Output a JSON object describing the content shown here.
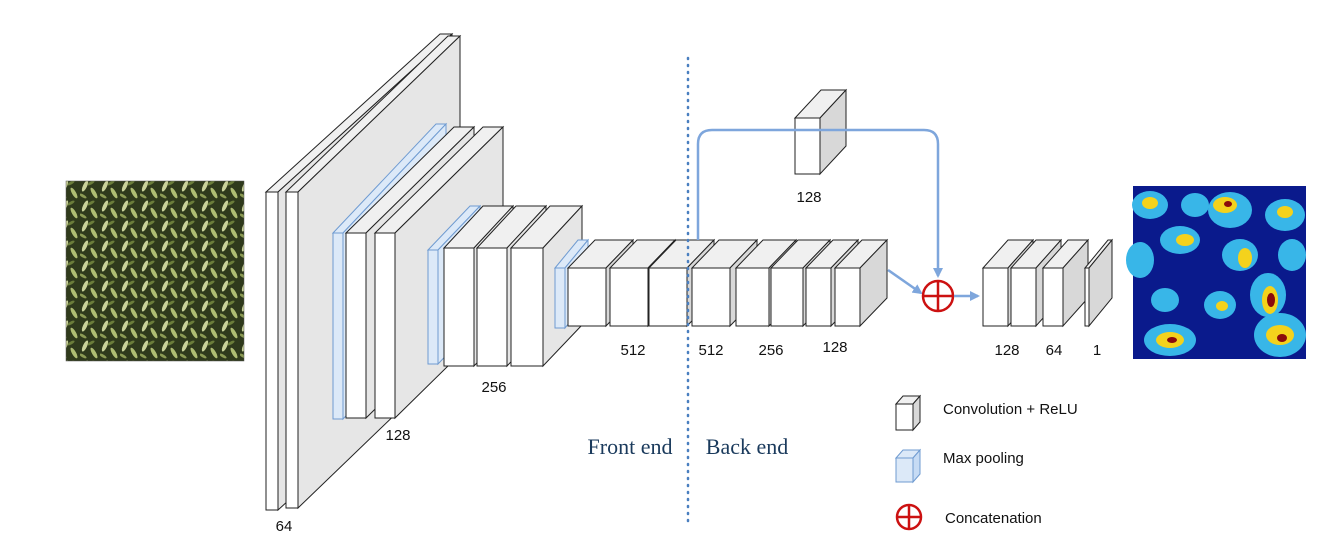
{
  "colors": {
    "conv_face": "#ffffff",
    "conv_side": "#d8d8d8",
    "conv_top": "#f0f0f0",
    "big_side": "#e6e6e6",
    "pool_face": "#dce9f8",
    "pool_edge": "#6f9bd1",
    "arrow": "#7ea6dc",
    "concat": "#cc1111",
    "divider": "#4a7fc0",
    "heat_bg": "#0a1a8c",
    "heat_l1": "#38b6e8",
    "heat_l2": "#f4d21c",
    "heat_l3": "#8b0b0b"
  },
  "labels": {
    "c64": "64",
    "c128": "128",
    "c256": "256",
    "c512a": "512",
    "c512b": "512",
    "c256b": "256",
    "c128b": "128",
    "skip128": "128",
    "o128": "128",
    "o64": "64",
    "o1": "1"
  },
  "sections": {
    "front": "Front end",
    "back": "Back end"
  },
  "legend": {
    "conv": "Convolution + ReLU",
    "pool": "Max pooling",
    "concat": "Concatenation"
  },
  "icons": {
    "input_image": "wheat-field-photo",
    "output_map": "density-heatmap",
    "concat": "circle-plus-icon"
  }
}
